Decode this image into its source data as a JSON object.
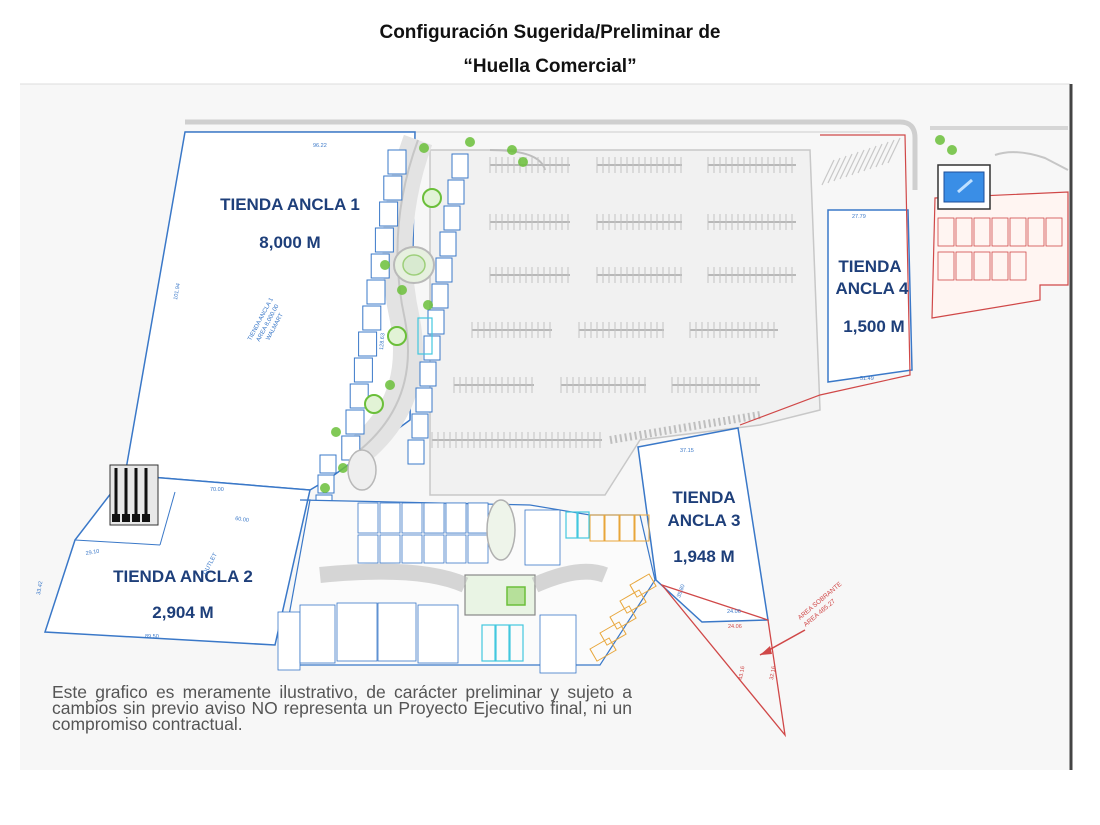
{
  "header": {
    "title_line1": "Configuración Sugerida/Preliminar de",
    "title_line2": "“Huella Comercial”"
  },
  "stores": [
    {
      "name": "TIENDA ANCLA 1",
      "area": "8,000 M"
    },
    {
      "name": "TIENDA ANCLA 2",
      "area": "2,904 M"
    },
    {
      "name": "TIENDA ANCLA 3",
      "area": "1,948 M"
    },
    {
      "name": "TIENDA ANCLA 4",
      "area": "1,500 M"
    }
  ],
  "small_labels": {
    "ancla1_note": "TIENDA ANCLA 1",
    "ancla1_area": "AREA 8,000.00",
    "ancla1_brand": "WALMART",
    "ancla2_brand": "OUTLET",
    "area_sobrante": "AREA SOBRANTE",
    "area_sobrante_value": "AREA 465.27"
  },
  "dimensions": {
    "d1": "96.22",
    "d2": "101.94",
    "d3": "128.63",
    "d4": "70.00",
    "d5": "33.42",
    "d6": "60.00",
    "d7": "29.10",
    "d8": "27.79",
    "d9": "51.49",
    "d10": "37.15",
    "d11": "35.80",
    "d12": "24.06",
    "d13": "24.06",
    "d14": "43.16",
    "d15": "32.16"
  },
  "disclaimer": "Este grafico es meramente ilustrativo, de carácter preliminar y sujeto a cambios sin previo aviso NO representa un Proyecto Ejecutivo final, ni un compromiso contractual.",
  "colors": {
    "blueprint": "#3a78c8",
    "label": "#1e3f7a",
    "red": "#d04848",
    "orange": "#e8a63a",
    "cyan": "#43c8de",
    "green": "#6bbf3a",
    "road": "#b8b8b8"
  }
}
